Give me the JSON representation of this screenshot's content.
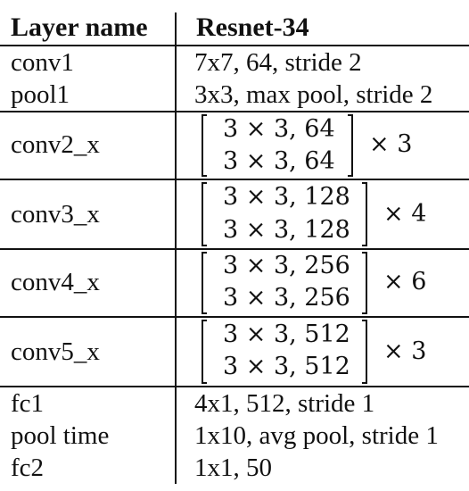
{
  "header": {
    "layer_name": "Layer name",
    "model": "Resnet-34"
  },
  "rows": {
    "conv1": {
      "name": "conv1",
      "spec": "7x7, 64, stride 2"
    },
    "pool1": {
      "name": "pool1",
      "spec": "3x3, max pool, stride 2"
    },
    "conv2": {
      "name": "conv2_x",
      "line1": "3 × 3, 64",
      "line2": "3 × 3, 64",
      "repeat": "× 3"
    },
    "conv3": {
      "name": "conv3_x",
      "line1": "3 × 3, 128",
      "line2": "3 × 3, 128",
      "repeat": "× 4"
    },
    "conv4": {
      "name": "conv4_x",
      "line1": "3 × 3, 256",
      "line2": "3 × 3, 256",
      "repeat": "× 6"
    },
    "conv5": {
      "name": "conv5_x",
      "line1": "3 × 3, 512",
      "line2": "3 × 3, 512",
      "repeat": "× 3"
    },
    "fc1": {
      "name": "fc1",
      "spec": "4x1, 512, stride 1"
    },
    "pool_time": {
      "name": "pool time",
      "spec": "1x10, avg pool, stride 1"
    },
    "fc2": {
      "name": "fc2",
      "spec": "1x1, 50"
    }
  }
}
